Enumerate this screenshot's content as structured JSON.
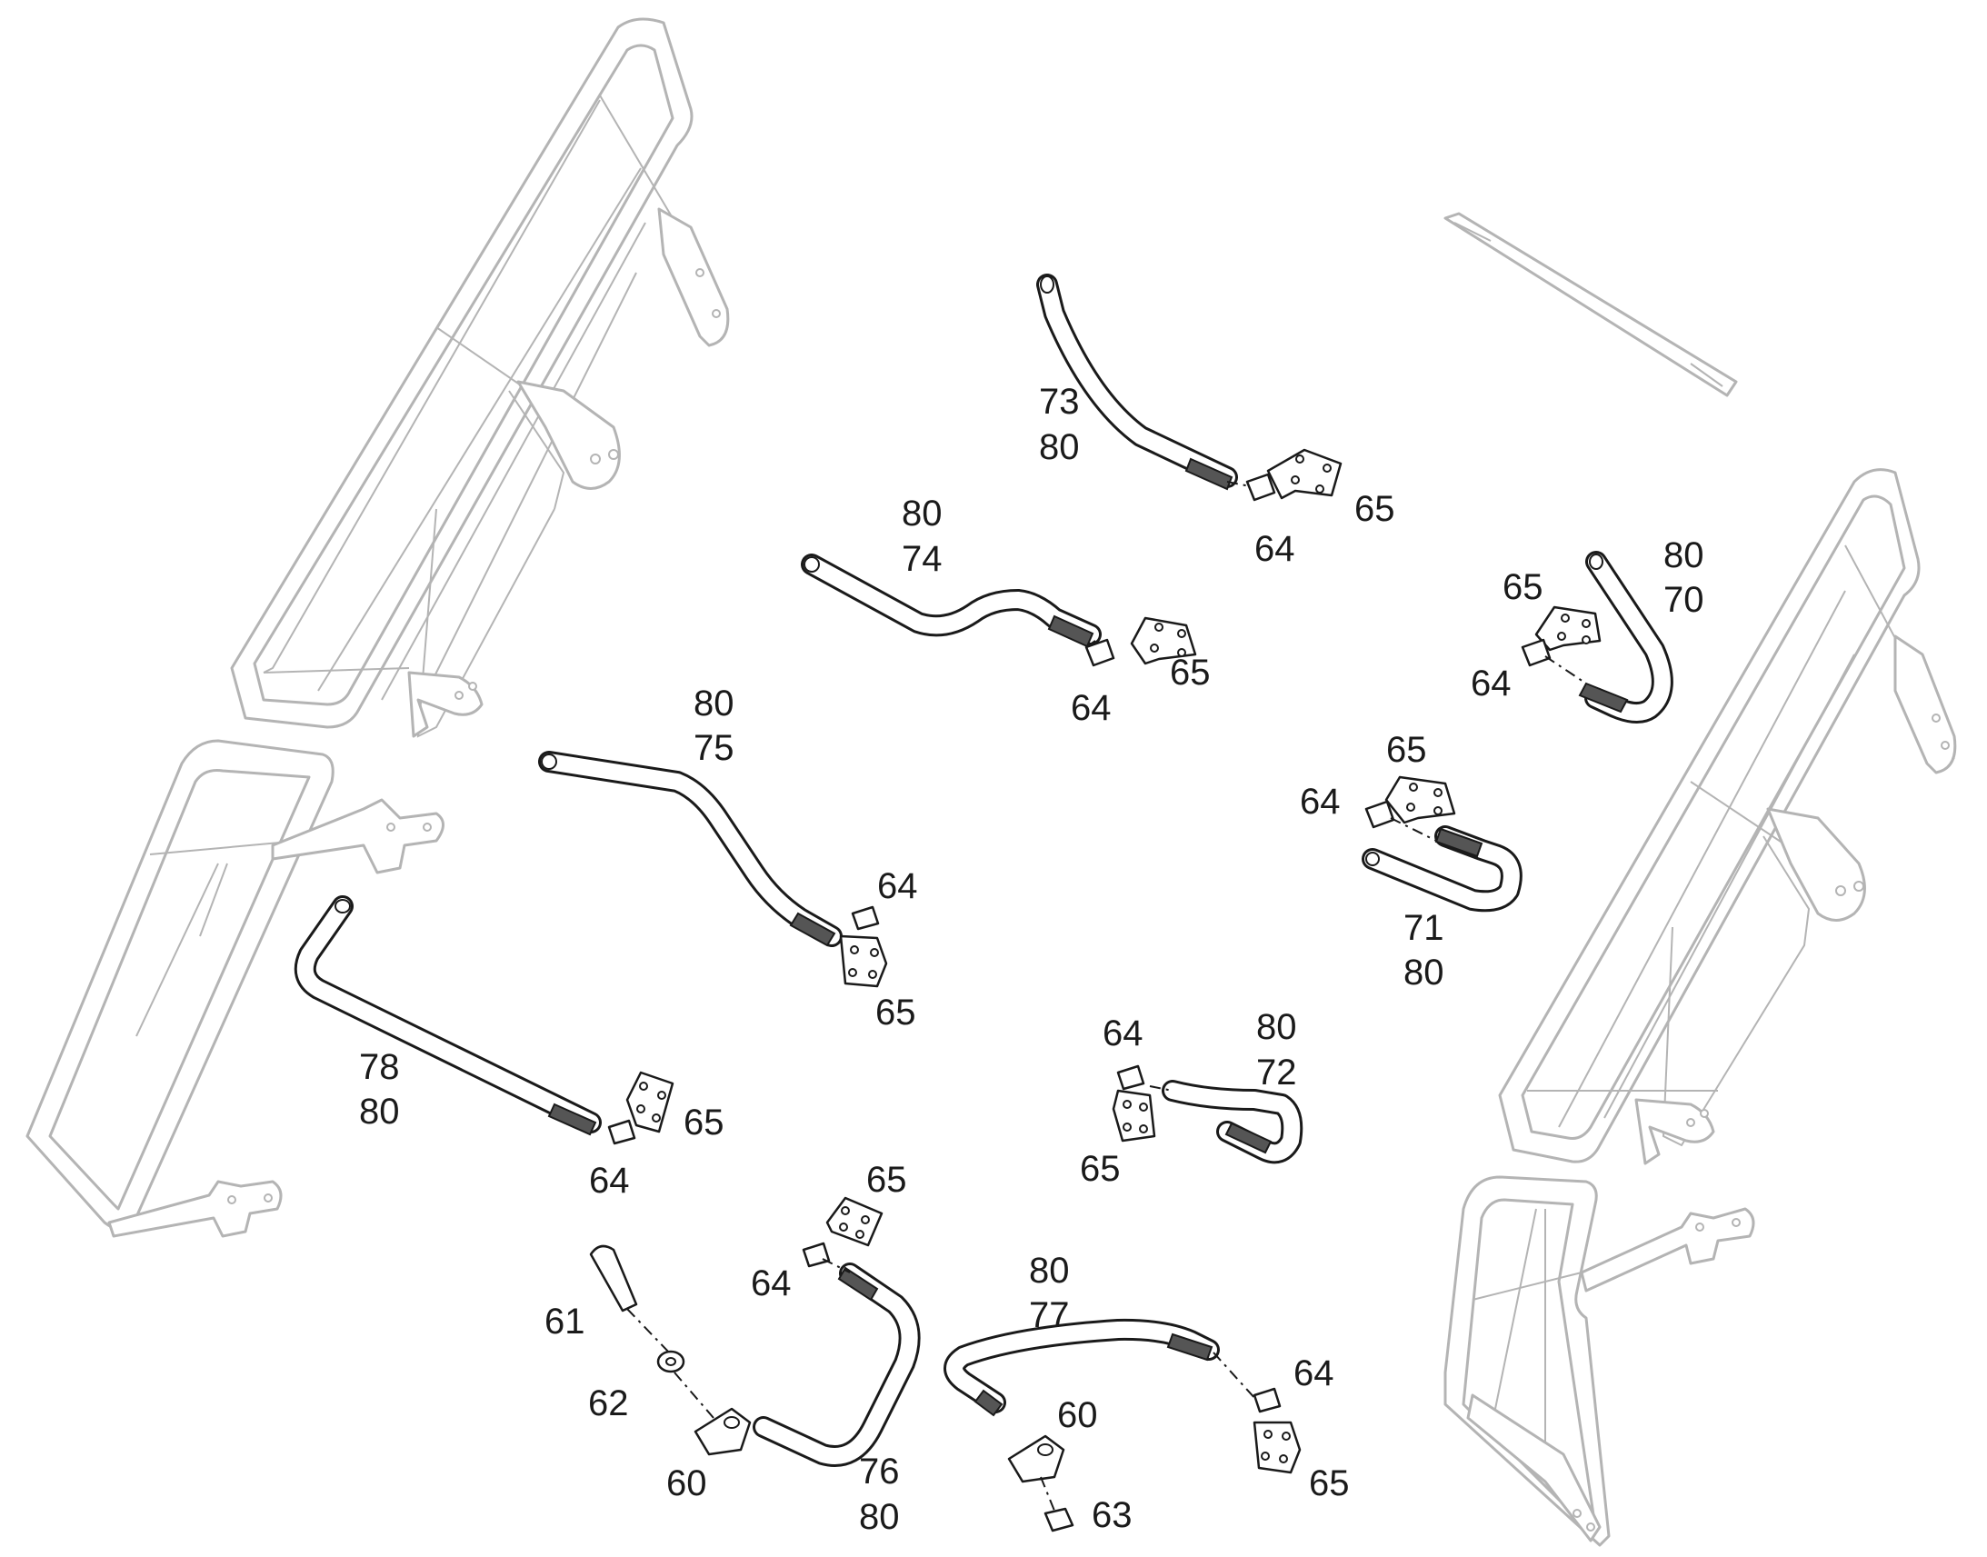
{
  "labels": {
    "p60": "60",
    "p61": "61",
    "p62": "62",
    "p63": "63",
    "p64": "64",
    "p65": "65",
    "p70": "70",
    "p71": "71",
    "p72": "72",
    "p73": "73",
    "p74": "74",
    "p75": "75",
    "p76": "76",
    "p77": "77",
    "p78": "78",
    "p80": "80"
  }
}
